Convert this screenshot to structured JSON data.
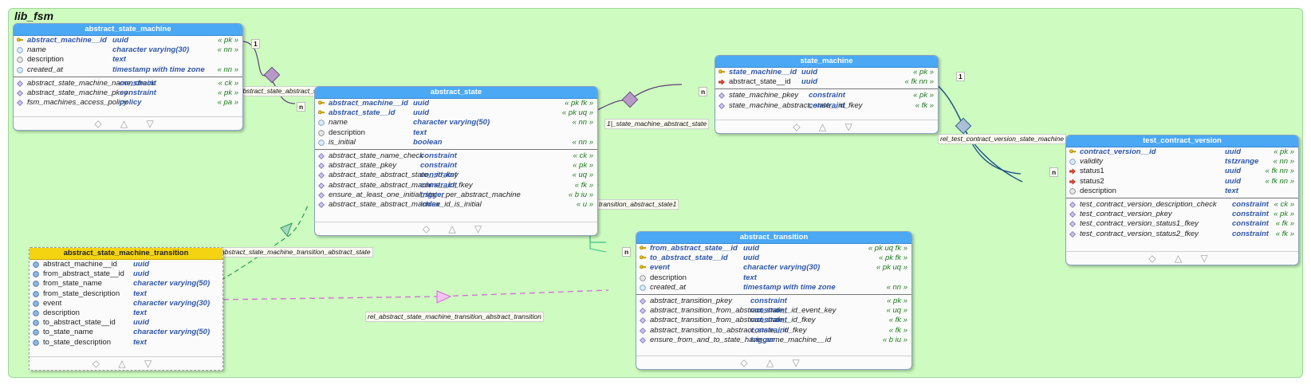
{
  "schema": {
    "name": "lib_fsm"
  },
  "tables": {
    "abstract_state_machine": {
      "title": "abstract_state_machine",
      "columns": [
        {
          "icon": "primary-key-icon",
          "name": "abstract_machine__id",
          "type": "uuid",
          "flags": "« pk »"
        },
        {
          "icon": "not-null-column-icon",
          "name": "name",
          "type": "character varying(30)",
          "flags": "« nn »"
        },
        {
          "icon": "nullable-column-icon",
          "name": "description",
          "type": "text",
          "flags": ""
        },
        {
          "icon": "not-null-column-icon",
          "name": "created_at",
          "type": "timestamp with time zone",
          "flags": "« nn »"
        }
      ],
      "constraints": [
        {
          "name": "abstract_state_machine_name_check",
          "type": "constraint",
          "flags": "« ck »"
        },
        {
          "name": "abstract_state_machine_pkey",
          "type": "constraint",
          "flags": "« pk »"
        },
        {
          "name": "fsm_machines_access_policy",
          "type": "policy",
          "flags": "« pa »"
        }
      ]
    },
    "abstract_state": {
      "title": "abstract_state",
      "columns": [
        {
          "icon": "primary-key-icon",
          "name": "abstract_machine__id",
          "type": "uuid",
          "flags": "« pk fk »"
        },
        {
          "icon": "primary-key-icon",
          "name": "abstract_state__id",
          "type": "uuid",
          "flags": "« pk uq »"
        },
        {
          "icon": "not-null-column-icon",
          "name": "name",
          "type": "character varying(50)",
          "flags": "« nn »"
        },
        {
          "icon": "nullable-column-icon",
          "name": "description",
          "type": "text",
          "flags": ""
        },
        {
          "icon": "not-null-column-icon",
          "name": "is_initial",
          "type": "boolean",
          "flags": "« nn »"
        }
      ],
      "constraints": [
        {
          "name": "abstract_state_name_check",
          "type": "constraint",
          "flags": "« ck »"
        },
        {
          "name": "abstract_state_pkey",
          "type": "constraint",
          "flags": "« pk »"
        },
        {
          "name": "abstract_state_abstract_state__id_key",
          "type": "constraint",
          "flags": "« uq »"
        },
        {
          "name": "abstract_state_abstract_machine__id_fkey",
          "type": "constraint",
          "flags": "« fk »"
        },
        {
          "name": "ensure_at_least_one_initial_state_per_abstract_machine",
          "type": "trigger",
          "flags": "« b iu »"
        },
        {
          "name": "abstract_state_abstract_machine_id_is_initial",
          "type": "index",
          "flags": "« u »"
        }
      ]
    },
    "state_machine": {
      "title": "state_machine",
      "columns": [
        {
          "icon": "primary-key-icon",
          "name": "state_machine__id",
          "type": "uuid",
          "flags": "« pk »"
        },
        {
          "icon": "foreign-key-icon",
          "name": "abstract_state__id",
          "type": "uuid",
          "flags": "« fk nn »"
        }
      ],
      "constraints": [
        {
          "name": "state_machine_pkey",
          "type": "constraint",
          "flags": "« pk »"
        },
        {
          "name": "state_machine_abstract_state__id_fkey",
          "type": "constraint",
          "flags": "« fk »"
        }
      ]
    },
    "test_contract_version": {
      "title": "test_contract_version",
      "columns": [
        {
          "icon": "primary-key-icon",
          "name": "contract_version__id",
          "type": "uuid",
          "flags": "« pk »"
        },
        {
          "icon": "not-null-column-icon",
          "name": "validity",
          "type": "tstzrange",
          "flags": "« nn »"
        },
        {
          "icon": "foreign-key-icon",
          "name": "status1",
          "type": "uuid",
          "flags": "« fk nn »"
        },
        {
          "icon": "foreign-key-icon",
          "name": "status2",
          "type": "uuid",
          "flags": "« fk nn »"
        },
        {
          "icon": "nullable-column-icon",
          "name": "description",
          "type": "text",
          "flags": ""
        }
      ],
      "constraints": [
        {
          "name": "test_contract_version_description_check",
          "type": "constraint",
          "flags": "« ck »"
        },
        {
          "name": "test_contract_version_pkey",
          "type": "constraint",
          "flags": "« pk »"
        },
        {
          "name": "test_contract_version_status1_fkey",
          "type": "constraint",
          "flags": "« fk »"
        },
        {
          "name": "test_contract_version_status2_fkey",
          "type": "constraint",
          "flags": "« fk »"
        }
      ]
    },
    "abstract_transition": {
      "title": "abstract_transition",
      "columns": [
        {
          "icon": "primary-key-icon",
          "name": "from_abstract_state__id",
          "type": "uuid",
          "flags": "« pk uq fk »"
        },
        {
          "icon": "primary-key-icon",
          "name": "to_abstract_state__id",
          "type": "uuid",
          "flags": "« pk fk »"
        },
        {
          "icon": "primary-key-icon",
          "name": "event",
          "type": "character varying(30)",
          "flags": "« pk uq »"
        },
        {
          "icon": "nullable-column-icon",
          "name": "description",
          "type": "text",
          "flags": ""
        },
        {
          "icon": "not-null-column-icon",
          "name": "created_at",
          "type": "timestamp with time zone",
          "flags": "« nn »"
        }
      ],
      "constraints": [
        {
          "name": "abstract_transition_pkey",
          "type": "constraint",
          "flags": "« pk »"
        },
        {
          "name": "abstract_transition_from_abstract_state__id_event_key",
          "type": "constraint",
          "flags": "« uq »"
        },
        {
          "name": "abstract_transition_from_abstract_state__id_fkey",
          "type": "constraint",
          "flags": "« fk »"
        },
        {
          "name": "abstract_transition_to_abstract_state__id_fkey",
          "type": "constraint",
          "flags": "« fk »"
        },
        {
          "name": "ensure_from_and_to_state_have_same_machine__id",
          "type": "trigger",
          "flags": "« b iu »"
        }
      ]
    },
    "abstract_state_machine_transition": {
      "title": "abstract_state_machine_transition",
      "columns": [
        {
          "icon": "view-column-icon",
          "name": "abstract_machine__id",
          "type": "uuid",
          "flags": ""
        },
        {
          "icon": "view-column-icon",
          "name": "from_abstract_state__id",
          "type": "uuid",
          "flags": ""
        },
        {
          "icon": "view-column-icon",
          "name": "from_state_name",
          "type": "character varying(50)",
          "flags": ""
        },
        {
          "icon": "view-column-icon",
          "name": "from_state_description",
          "type": "text",
          "flags": ""
        },
        {
          "icon": "view-column-icon",
          "name": "event",
          "type": "character varying(30)",
          "flags": ""
        },
        {
          "icon": "view-column-icon",
          "name": "description",
          "type": "text",
          "flags": ""
        },
        {
          "icon": "view-column-icon",
          "name": "to_abstract_state__id",
          "type": "uuid",
          "flags": ""
        },
        {
          "icon": "view-column-icon",
          "name": "to_state_name",
          "type": "character varying(50)",
          "flags": ""
        },
        {
          "icon": "view-column-icon",
          "name": "to_state_description",
          "type": "text",
          "flags": ""
        }
      ],
      "constraints": []
    }
  },
  "relationships": [
    {
      "label": "rel_abstract_state_abstract_state_machine",
      "label_visible": "_abstract_state_abstract_st",
      "from_card": "1",
      "to_card": "n"
    },
    {
      "label": "1|_state_machine_abstract_state",
      "to_card": "n"
    },
    {
      "label": "rel_test_contract_version_state_machine",
      "from_card": "1",
      "to_card": "n"
    },
    {
      "label": "transition_abstract_state1",
      "to_card": "n"
    },
    {
      "label": "abstract_state_machine_transition_abstract_state"
    },
    {
      "label": "rel_abstract_state_machine_transition_abstract_transition"
    }
  ],
  "footer_glyphs": "◇ △ ▽",
  "colors": {
    "canvas": "#cdfbc0",
    "table_header": "#4aa8f5",
    "view_header": "#f4d312",
    "rel_line": "#1f4f86",
    "rel_line_green": "#3cc08a",
    "rel_line_magenta": "#d66ad8",
    "rel_diamond_purple": "#b89ac6",
    "rel_diamond_blue": "#a9bfd6"
  }
}
